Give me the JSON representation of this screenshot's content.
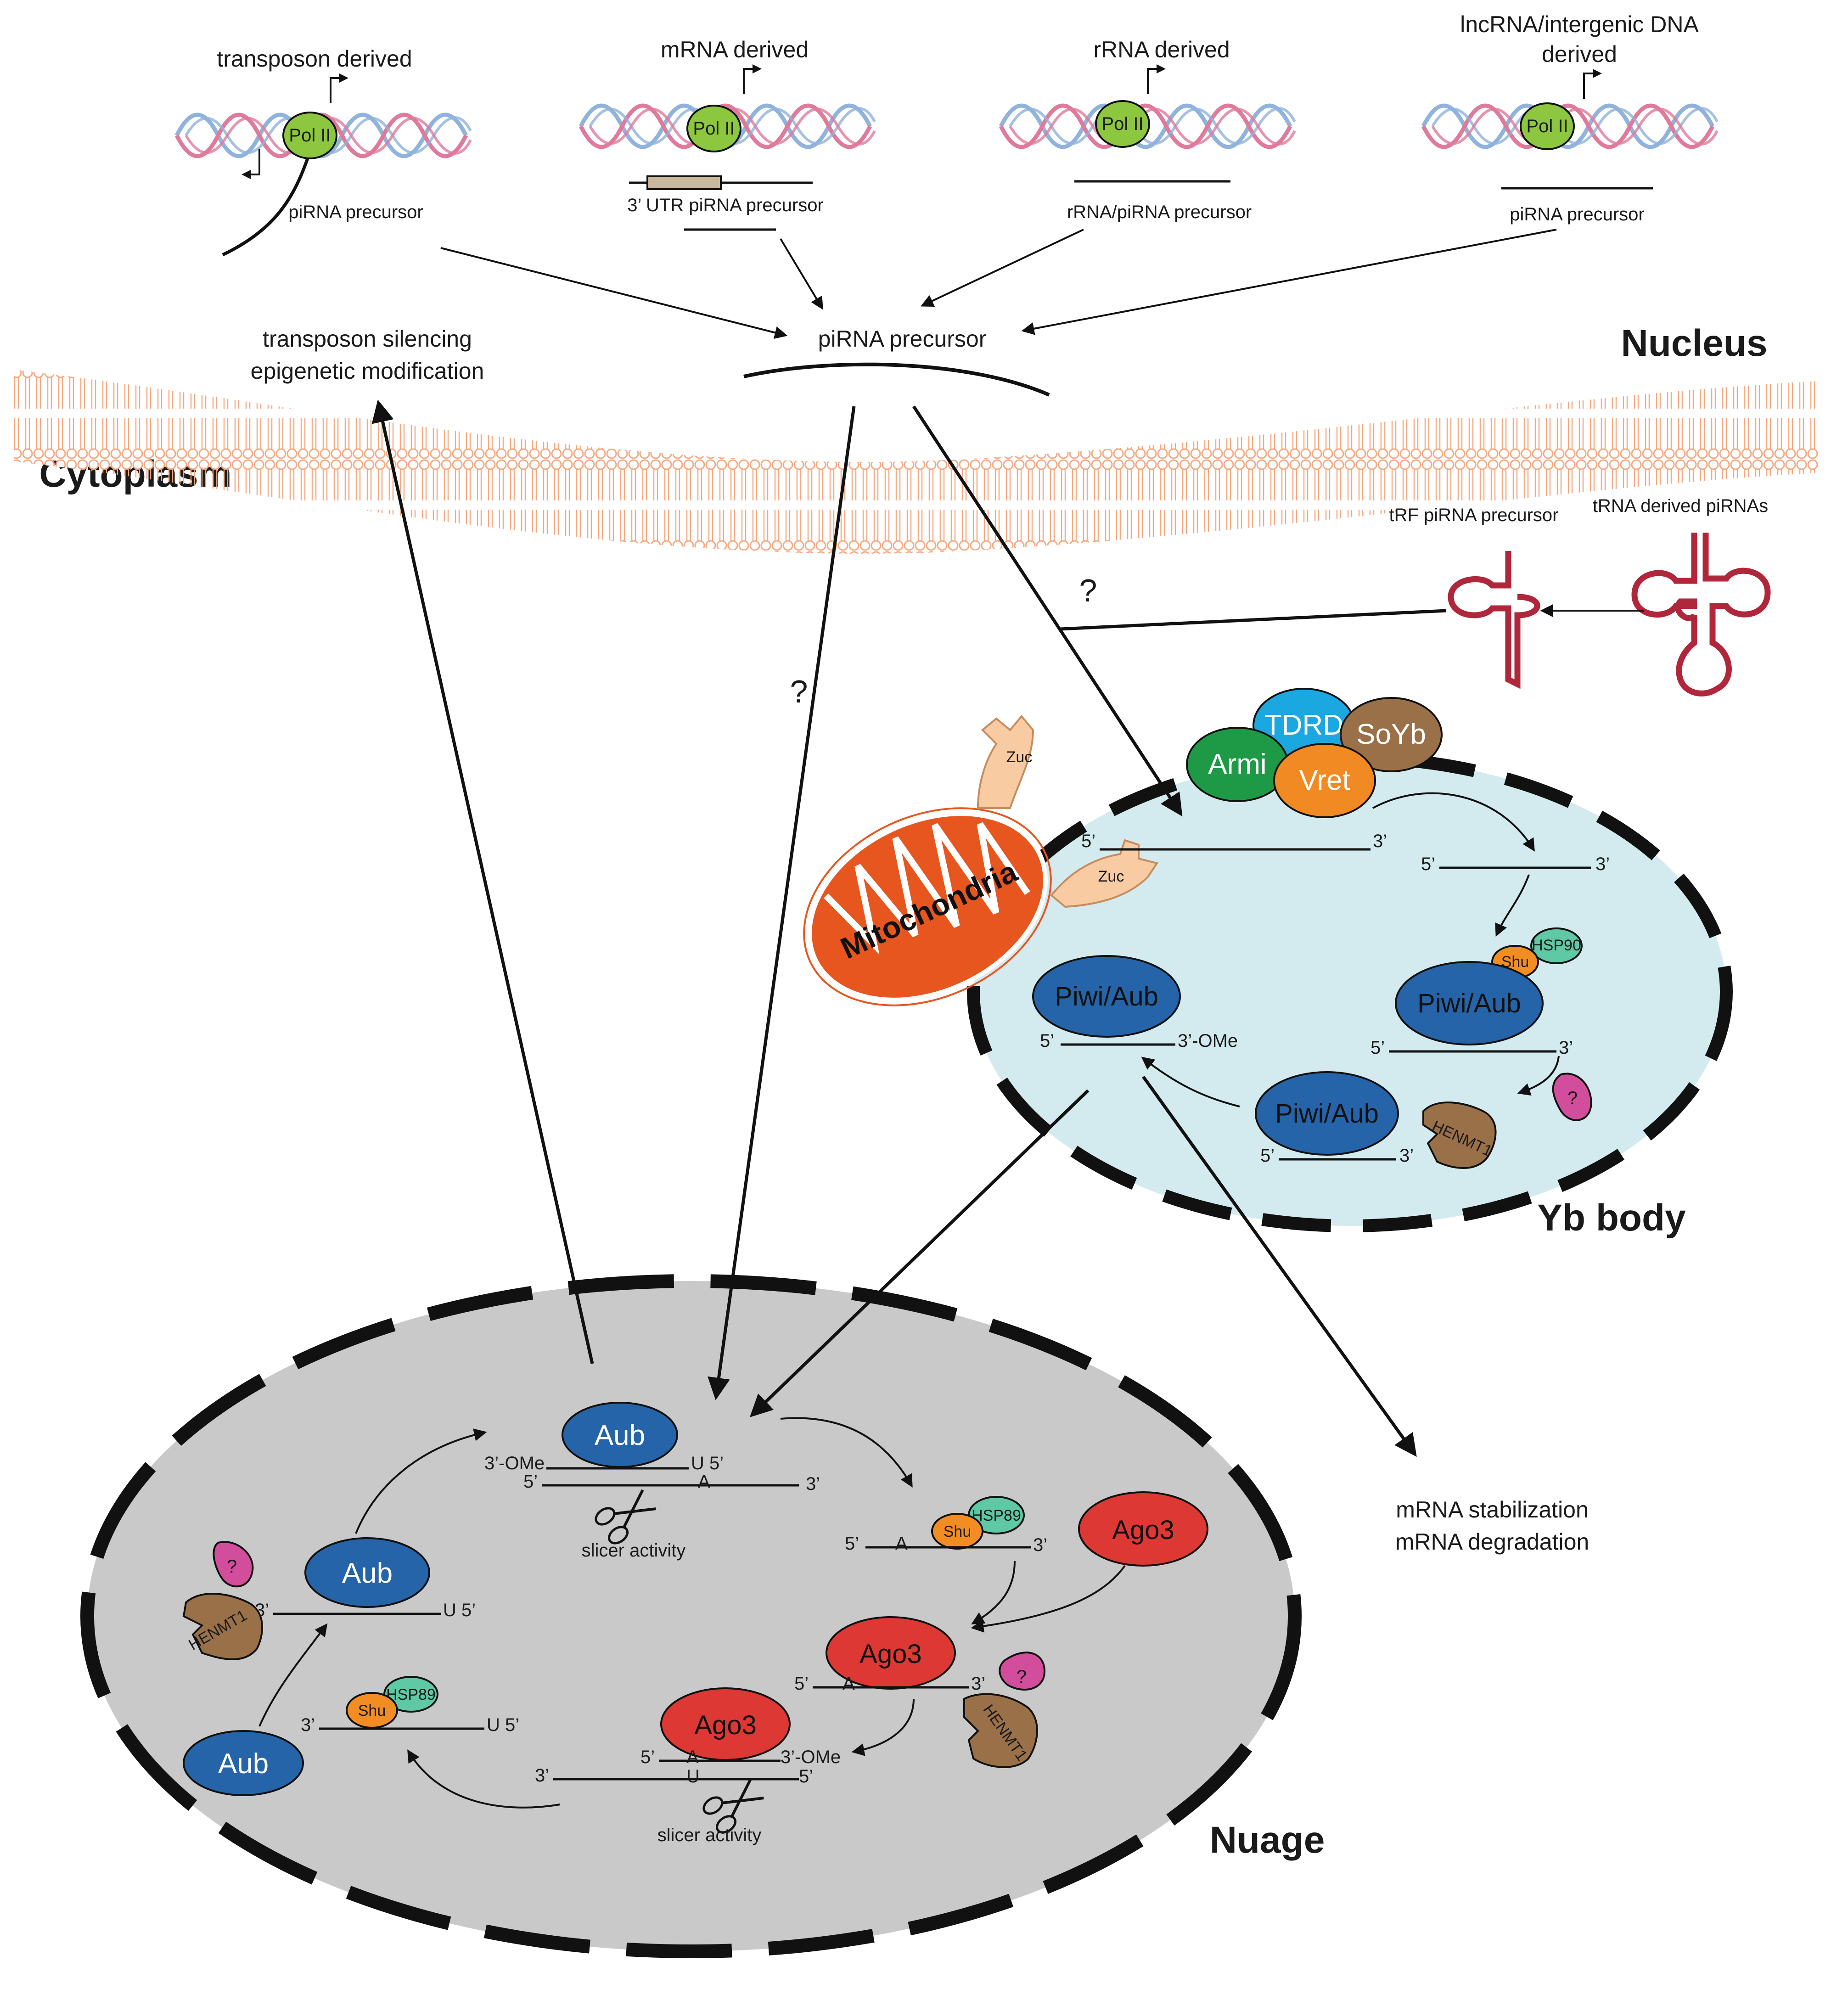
{
  "sources": {
    "transposon": {
      "title": "transposon derived",
      "polymerase": "Pol II",
      "precursor": "piRNA precursor"
    },
    "mrna": {
      "title": "mRNA derived",
      "polymerase": "Pol II",
      "precursor": "3’ UTR piRNA precursor"
    },
    "rrna": {
      "title": "rRNA derived",
      "polymerase": "Pol II",
      "precursor": "rRNA/piRNA precursor"
    },
    "lncrna": {
      "title_line1": "lncRNA/intergenic DNA",
      "title_line2": "derived",
      "polymerase": "Pol II",
      "precursor": "piRNA precursor"
    }
  },
  "nucleus": {
    "label": "Nucleus",
    "precursor": "piRNA precursor",
    "outcome_line1": "transposon silencing",
    "outcome_line2": "epigenetic modification"
  },
  "cytoplasm": {
    "label": "Cytoplasm",
    "trf_label": "tRF piRNA precursor",
    "trna_label": "tRNA derived piRNAs",
    "question": "?",
    "question2": "?"
  },
  "yb_body": {
    "label": "Yb body",
    "proteins": {
      "tdrd": "TDRD",
      "armi": "Armi",
      "vret": "Vret",
      "soyb": "SoYb",
      "zuc": "Zuc",
      "zuc2": "Zuc"
    },
    "mitochondria": "Mitochondria",
    "five_prime": "5’",
    "three_prime": "3’",
    "three_ome": "3’-OMe",
    "piwi_aub": "Piwi/Aub",
    "shu": "Shu",
    "hsp90": "HSP90",
    "henmt1": "HENMT1",
    "unknown": "?"
  },
  "nuage": {
    "label": "Nuage",
    "aub": "Aub",
    "ago3": "Ago3",
    "shu": "Shu",
    "hsp89": "HSP89",
    "henmt1": "HENMT1",
    "unknown": "?",
    "slicer": "slicer activity",
    "five_prime": "5’",
    "three_prime": "3’",
    "three_ome": "3’-OMe",
    "u5": "U 5’",
    "a": "A",
    "u": "U"
  },
  "outcomes": {
    "line1": "mRNA  stabilization",
    "line2": "mRNA degradation"
  },
  "colors": {
    "pol2": "#8dc63f",
    "dna_blue": "#8fb3dc",
    "dna_pink": "#e07a9a",
    "membrane": "#f4a47a",
    "yb_fill": "#d3ebef",
    "nuage_fill": "#c9c9c9",
    "piwi_blue": "#2564a8",
    "ago3_red": "#dd3833",
    "tdrd": "#1ba8e0",
    "armi": "#1e9a46",
    "vret": "#f18a22",
    "soyb": "#9a7048",
    "mito": "#e8561f",
    "zuc": "#f8cba3",
    "shu": "#f28d24",
    "hsp": "#5fc9a5",
    "henmt1": "#9a7048",
    "unknown": "#d24e9c",
    "trna": "#b0263a"
  }
}
